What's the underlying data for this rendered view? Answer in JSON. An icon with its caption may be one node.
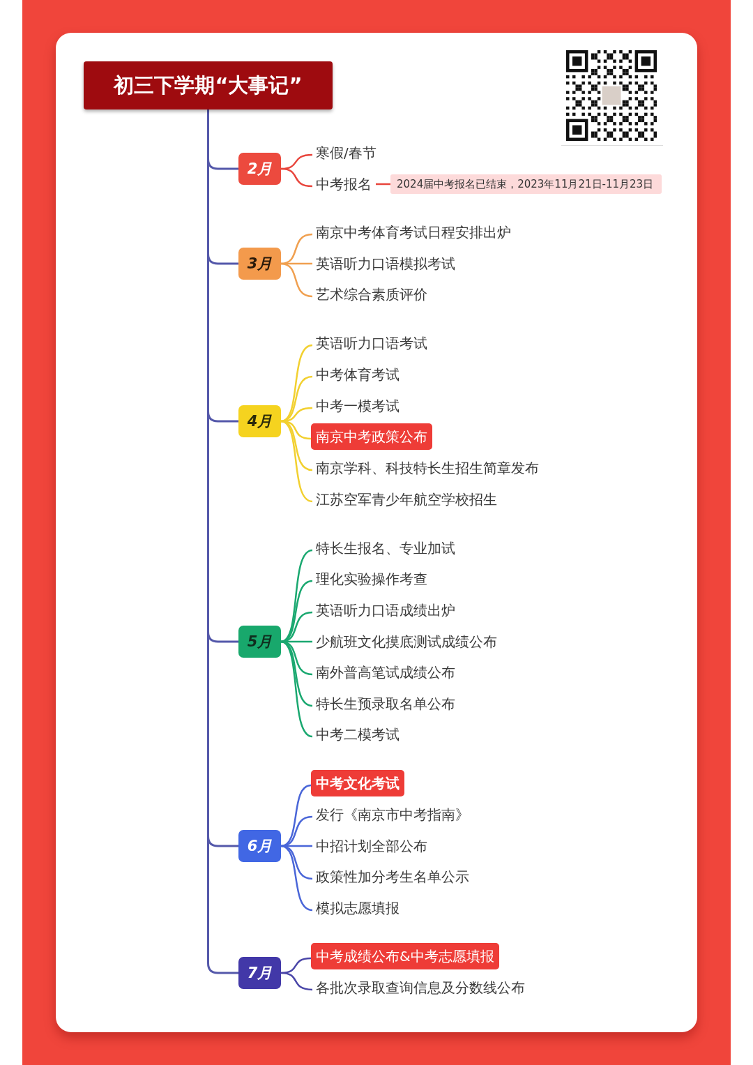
{
  "diagram": {
    "nodes": [
      {
        "text": [
          "初三下学期“大事记”"
        ]
      },
      {
        "text": [
          "2月"
        ]
      },
      {
        "text": [
          "寒假/春节"
        ]
      },
      {
        "text": [
          "中考报名"
        ]
      },
      {
        "text": [
          "2024届中考报名已结束，2023年11月21日-11月23日"
        ]
      },
      {
        "text": [
          "3月"
        ]
      },
      {
        "text": [
          "南京中考体育考试日程安排出炉"
        ]
      },
      {
        "text": [
          "英语听力口语模拟考试"
        ]
      },
      {
        "text": [
          "艺术综合素质评价"
        ]
      },
      {
        "text": [
          "4月"
        ]
      },
      {
        "text": [
          "英语听力口语考试"
        ]
      },
      {
        "text": [
          "中考体育考试"
        ]
      },
      {
        "text": [
          "中考一模考试"
        ]
      },
      {
        "text": [
          "南京中考政策公布"
        ]
      },
      {
        "text": [
          "南京学科、科技特长生招生简章发布"
        ]
      },
      {
        "text": [
          "江苏空军青少年航空学校招生"
        ]
      },
      {
        "text": [
          "5月"
        ]
      },
      {
        "text": [
          "特长生报名、专业加试"
        ]
      },
      {
        "text": [
          "理化实验操作考查"
        ]
      },
      {
        "text": [
          "英语听力口语成绩出炉"
        ]
      },
      {
        "text": [
          "少航班文化摸底测试成绩公布"
        ]
      },
      {
        "text": [
          "南外普高笔试成绩公布"
        ]
      },
      {
        "text": [
          "特长生预录取名单公布"
        ]
      },
      {
        "text": [
          "中考二模考试"
        ]
      },
      {
        "text": [
          "6月"
        ]
      },
      {
        "text": [
          "中考文化考试"
        ]
      },
      {
        "text": [
          "发行《南京市中考指南》"
        ]
      },
      {
        "text": [
          "中招计划全部公布"
        ]
      },
      {
        "text": [
          "政策性加分考生名单公示"
        ]
      },
      {
        "text": [
          "模拟志愿填报"
        ]
      },
      {
        "text": [
          "7月"
        ]
      },
      {
        "text": [
          "中考成绩公布&中考志愿填报"
        ]
      },
      {
        "text": [
          "各批次录取查询信息及分数线公布"
        ]
      }
    ],
    "edges": [
      {
        "from": 0,
        "to": 1,
        "arrow": "none",
        "color": "#5458aa"
      },
      {
        "from": 1,
        "to": 2,
        "arrow": "none",
        "color": "#e8453c"
      },
      {
        "from": 1,
        "to": 3,
        "arrow": "none",
        "color": "#e8453c"
      },
      {
        "from": 3,
        "to": 4,
        "arrow": "none",
        "color": "#e8453c"
      },
      {
        "from": 0,
        "to": 5,
        "arrow": "none",
        "color": "#5458aa"
      },
      {
        "from": 5,
        "to": 6,
        "arrow": "none",
        "color": "#f0a050"
      },
      {
        "from": 5,
        "to": 7,
        "arrow": "none",
        "color": "#f0a050"
      },
      {
        "from": 5,
        "to": 8,
        "arrow": "none",
        "color": "#f0a050"
      },
      {
        "from": 0,
        "to": 9,
        "arrow": "none",
        "color": "#5458aa"
      },
      {
        "from": 9,
        "to": 10,
        "arrow": "none",
        "color": "#f2d030"
      },
      {
        "from": 9,
        "to": 11,
        "arrow": "none",
        "color": "#f2d030"
      },
      {
        "from": 9,
        "to": 12,
        "arrow": "none",
        "color": "#f2d030"
      },
      {
        "from": 9,
        "to": 13,
        "arrow": "none",
        "color": "#f2d030"
      },
      {
        "from": 9,
        "to": 14,
        "arrow": "none",
        "color": "#f2d030"
      },
      {
        "from": 9,
        "to": 15,
        "arrow": "none",
        "color": "#f2d030"
      },
      {
        "from": 0,
        "to": 16,
        "arrow": "none",
        "color": "#5458aa"
      },
      {
        "from": 16,
        "to": 17,
        "arrow": "none",
        "color": "#1aa870"
      },
      {
        "from": 16,
        "to": 18,
        "arrow": "none",
        "color": "#1aa870"
      },
      {
        "from": 16,
        "to": 19,
        "arrow": "none",
        "color": "#1aa870"
      },
      {
        "from": 16,
        "to": 20,
        "arrow": "none",
        "color": "#1aa870"
      },
      {
        "from": 16,
        "to": 21,
        "arrow": "none",
        "color": "#1aa870"
      },
      {
        "from": 16,
        "to": 22,
        "arrow": "none",
        "color": "#1aa870"
      },
      {
        "from": 16,
        "to": 23,
        "arrow": "none",
        "color": "#1aa870"
      },
      {
        "from": 0,
        "to": 24,
        "arrow": "none",
        "color": "#5458aa"
      },
      {
        "from": 24,
        "to": 25,
        "arrow": "none",
        "color": "#4a66d8"
      },
      {
        "from": 24,
        "to": 26,
        "arrow": "none",
        "color": "#4a66d8"
      },
      {
        "from": 24,
        "to": 27,
        "arrow": "none",
        "color": "#4a66d8"
      },
      {
        "from": 24,
        "to": 28,
        "arrow": "none",
        "color": "#4a66d8"
      },
      {
        "from": 24,
        "to": 29,
        "arrow": "none",
        "color": "#4a66d8"
      },
      {
        "from": 0,
        "to": 30,
        "arrow": "none",
        "color": "#5458aa"
      },
      {
        "from": 30,
        "to": 31,
        "arrow": "none",
        "color": "#4a46a8"
      },
      {
        "from": 30,
        "to": 32,
        "arrow": "none",
        "color": "#4a46a8"
      }
    ]
  }
}
